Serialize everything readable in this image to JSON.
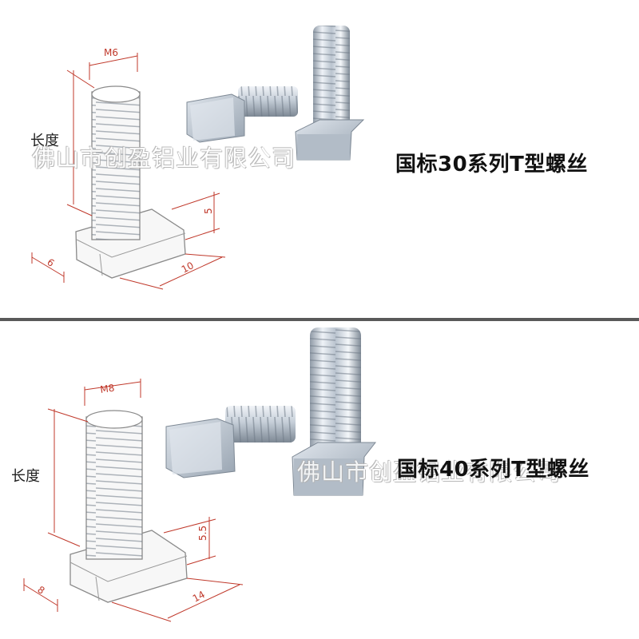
{
  "panels": [
    {
      "title": "国标30系列T型螺丝",
      "length_label": "长度",
      "thread_label": "M6",
      "dim_height": "5",
      "dim_width": "6",
      "dim_length": "10",
      "watermark": "佛山市创盈铝业有限公司"
    },
    {
      "title": "国标40系列T型螺丝",
      "length_label": "长度",
      "thread_label": "M8",
      "dim_height": "5.5",
      "dim_width": "8",
      "dim_length": "14",
      "watermark": "佛山市创盈铝业有限公司"
    }
  ],
  "colors": {
    "dimension_line": "#c0392b",
    "divider": "#595959",
    "metal_light": "#e8edf3",
    "metal_dark": "#8a96a3"
  }
}
